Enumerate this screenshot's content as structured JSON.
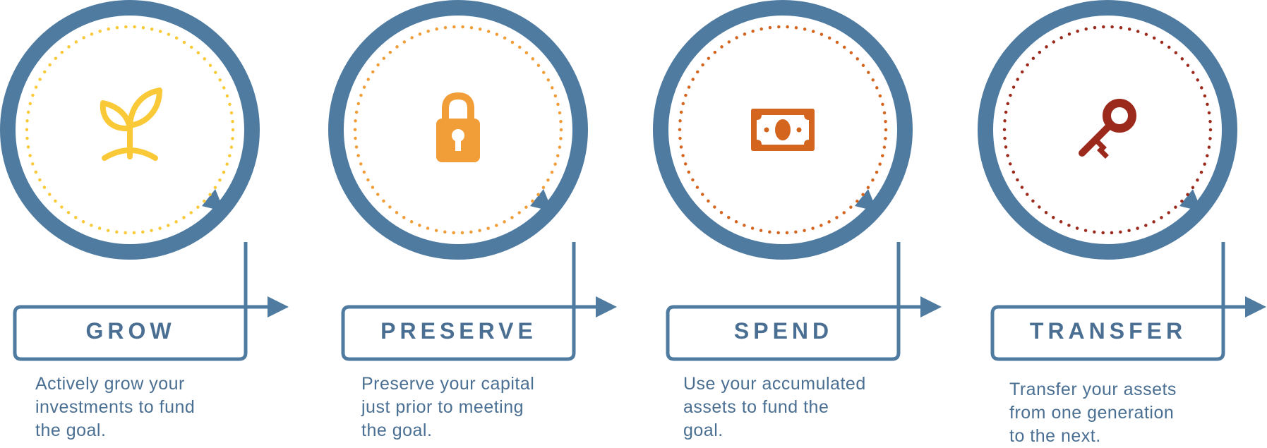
{
  "colors": {
    "frame": "#4f7ba1",
    "text": "#4a6f92"
  },
  "steps": [
    {
      "title": "GROW",
      "icon": "seedling-icon",
      "accent": "#f9c937",
      "description": [
        "Actively grow your",
        "investments to fund",
        "the goal."
      ]
    },
    {
      "title": "PRESERVE",
      "icon": "padlock-icon",
      "accent": "#f19d38",
      "description": [
        "Preserve your capital",
        "just prior to meeting",
        "the goal."
      ]
    },
    {
      "title": "SPEND",
      "icon": "banknote-icon",
      "accent": "#d4651f",
      "description": [
        "Use your accumulated",
        "assets to fund the",
        "goal."
      ]
    },
    {
      "title": "TRANSFER",
      "icon": "key-icon",
      "accent": "#9b2a1c",
      "description": [
        "Transfer your assets",
        "from one generation",
        "to the next."
      ]
    }
  ]
}
